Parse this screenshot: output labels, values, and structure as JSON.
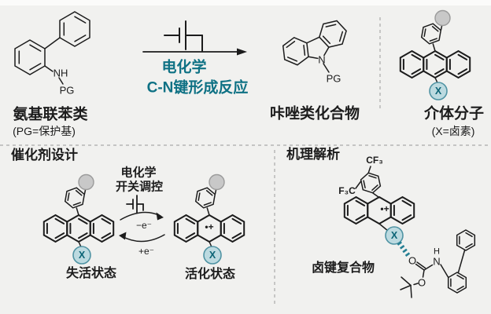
{
  "colors": {
    "background": "#f1f1ef",
    "ink": "#1c1c1c",
    "teal": "#0e7184",
    "teal_circle_fill": "#bcdae0",
    "teal_circle_stroke": "#4f93a3",
    "gray_ball": "#c8c8c8",
    "divider": "#a9a9a9"
  },
  "reaction": {
    "reactant": {
      "nh": "NH",
      "pg": "PG",
      "caption": "氨基联苯类",
      "note": "(PG=保护基)"
    },
    "arrow": {
      "line1": "电化学",
      "line2": "C-N键形成反应"
    },
    "product": {
      "n": "N",
      "pg": "PG",
      "caption": "咔唑类化合物"
    },
    "mediator": {
      "x": "X",
      "caption": "介体分子",
      "note": "(X=卤素)"
    }
  },
  "catalyst_panel": {
    "title": "催化剂设计",
    "switch_line1": "电化学",
    "switch_line2": "开关调控",
    "minus_e": "−e⁻",
    "plus_e": "+e⁻",
    "deactivated": {
      "x": "X",
      "caption": "失活状态"
    },
    "activated": {
      "x": "X",
      "radical": "•+",
      "caption": "活化状态"
    }
  },
  "mechanism_panel": {
    "title": "机理解析",
    "cf3": "CF₃",
    "f3c": "F₃C",
    "radical": "•+",
    "x": "X",
    "caption": "卤键复合物",
    "o_carbonyl": "O",
    "o_ester": "O",
    "n": "N",
    "h": "H"
  }
}
